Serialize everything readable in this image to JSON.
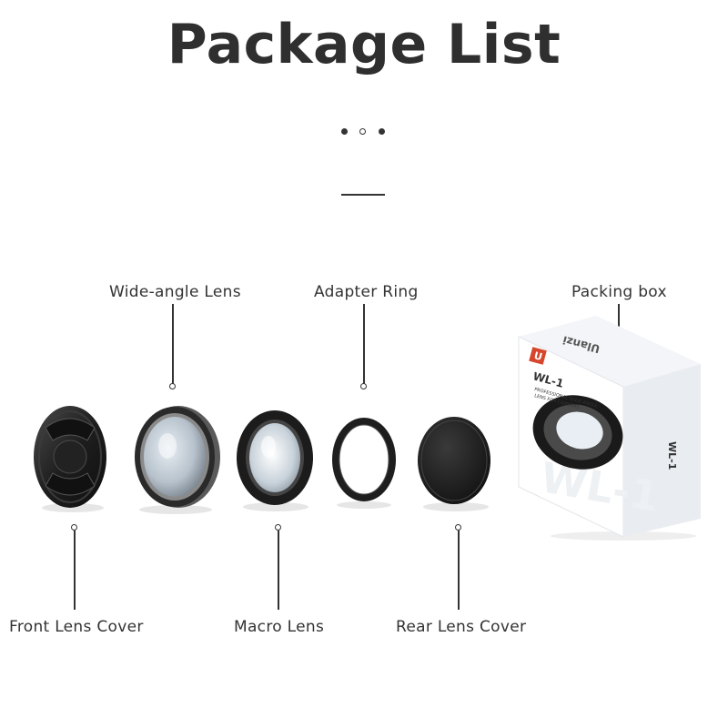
{
  "title": "Package List",
  "labels": {
    "wide_angle": "Wide-angle Lens",
    "adapter": "Adapter Ring",
    "packing_box": "Packing box",
    "front_cover": "Front Lens Cover",
    "macro": "Macro Lens",
    "rear_cover": "Rear Lens Cover"
  },
  "box": {
    "brand": "Ulanzi",
    "model": "WL-1",
    "side_text": "WL-1",
    "logo_letter": "U",
    "subtitle_line1": "PROFESSIONAL WIDE ANGLE",
    "subtitle_line2": "LENS FOR CAMERAS"
  },
  "colors": {
    "text": "#333333",
    "brand_red": "#d6452c",
    "lens_black": "#1c1c1c"
  }
}
